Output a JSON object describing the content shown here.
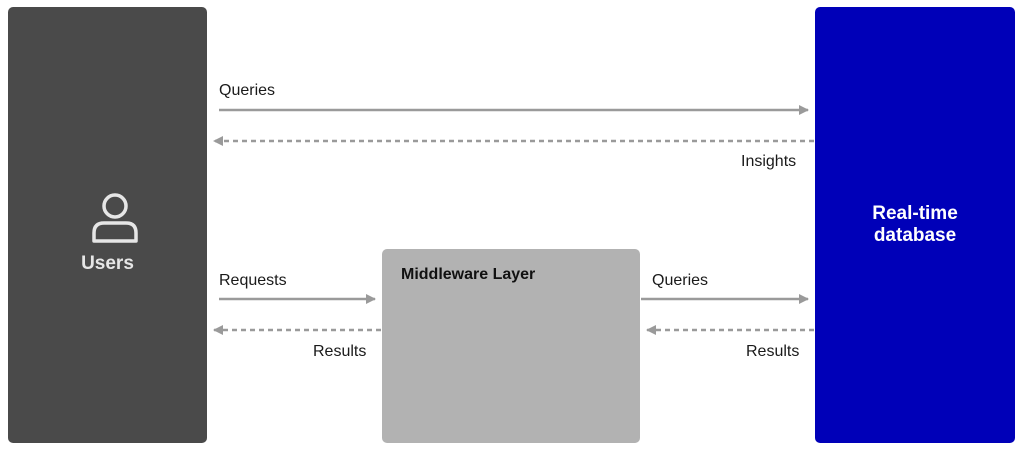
{
  "nodes": {
    "users": {
      "label": "Users",
      "icon": "user-icon"
    },
    "database": {
      "line1": "Real-time",
      "line2": "database"
    },
    "middleware": {
      "label": "Middleware Layer"
    }
  },
  "edges": {
    "users_to_db_queries": "Queries",
    "db_to_users_insights": "Insights",
    "users_to_mw_requests": "Requests",
    "mw_to_users_results": "Results",
    "mw_to_db_queries": "Queries",
    "db_to_mw_results": "Results"
  },
  "colors": {
    "users_box": "#4a4a4a",
    "database_box": "#0000b8",
    "middleware_box": "#b2b2b2",
    "arrow": "#9a9a9a"
  }
}
